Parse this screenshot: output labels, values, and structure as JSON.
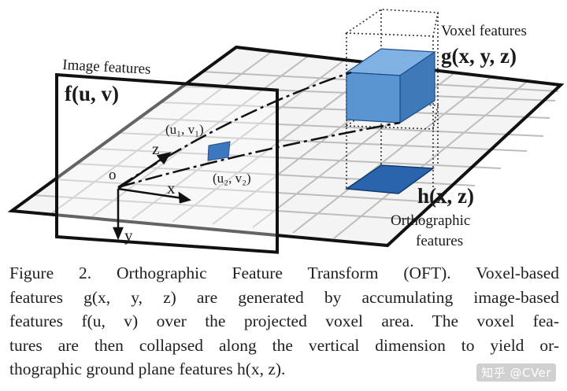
{
  "figure": {
    "image_features_label": "Image features",
    "f_func": "f(u, v)",
    "voxel_features_label": "Voxel features",
    "g_func": "g(x, y, z)",
    "h_func": "h(x, z)",
    "ortho_label_1": "Orthographic",
    "ortho_label_2": "features",
    "point_1": "(u₁, v₁)",
    "point_2": "(u₂, v₂)",
    "origin": "o",
    "axis_x": "x",
    "axis_y": "y",
    "axis_z": "z"
  },
  "caption": {
    "lines": [
      "Figure 2. Orthographic Feature Transform (OFT). Voxel-based",
      "features g(x, y, z) are generated by accumulating image-based",
      "features f(u, v) over the projected voxel area.  The voxel fea-",
      "tures are then collapsed along the vertical dimension to yield or-",
      "thographic ground plane features h(x, z)."
    ]
  },
  "watermark": "知乎 @CVer"
}
